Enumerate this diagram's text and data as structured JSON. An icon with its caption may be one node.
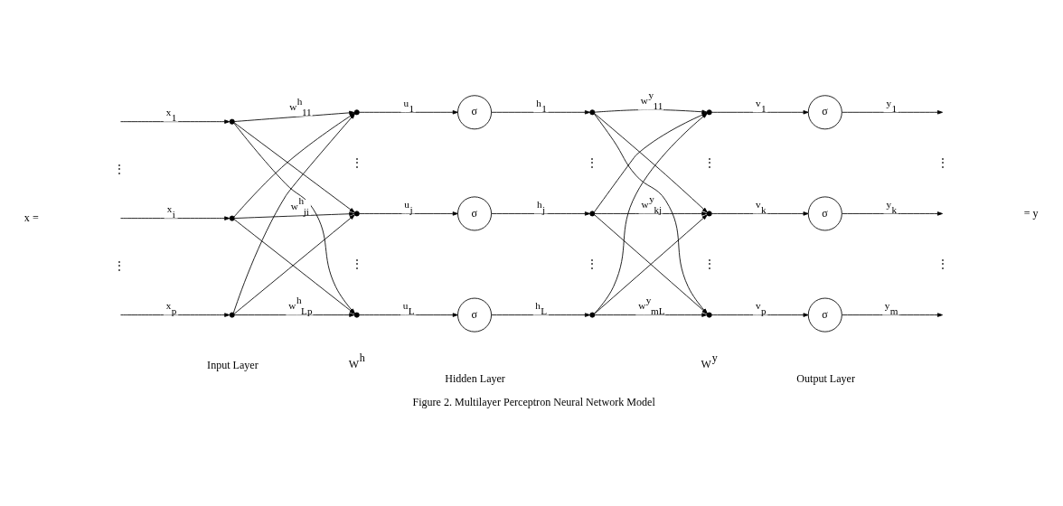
{
  "diagram": {
    "caption": "Figure 2. Multilayer Perceptron Neural Network Model",
    "nodes": [
      {
        "text": [],
        "shape": "circle"
      },
      {
        "text": [],
        "shape": "circle"
      },
      {
        "text": [],
        "shape": "circle"
      },
      {
        "text": [],
        "shape": "circle"
      },
      {
        "text": [],
        "shape": "circle"
      },
      {
        "text": [],
        "shape": "circle"
      },
      {
        "text": [
          "σ"
        ]
      },
      {
        "text": [
          "σ"
        ]
      },
      {
        "text": [
          "σ"
        ]
      },
      {
        "text": [],
        "shape": "circle"
      },
      {
        "text": [],
        "shape": "circle"
      },
      {
        "text": [],
        "shape": "circle"
      },
      {
        "text": [],
        "shape": "circle"
      },
      {
        "text": [],
        "shape": "circle"
      },
      {
        "text": [],
        "shape": "circle"
      },
      {
        "text": [
          "σ"
        ]
      },
      {
        "text": [
          "σ"
        ]
      },
      {
        "text": [
          "σ"
        ]
      }
    ],
    "edges": [
      {
        "from": null,
        "to": 0,
        "arrow": "to",
        "label": "x$_{1}$"
      },
      {
        "from": null,
        "to": 1,
        "arrow": "to",
        "label": "x$_{i}$"
      },
      {
        "from": null,
        "to": 2,
        "arrow": "to",
        "label": "x$_{p}$"
      },
      {
        "from": 0,
        "to": 3,
        "arrow": "to",
        "label": "w$^{h}$$_{11}$"
      },
      {
        "from": 0,
        "to": 4,
        "arrow": "to"
      },
      {
        "from": 0,
        "to": 5,
        "arrow": "to"
      },
      {
        "from": 1,
        "to": 3,
        "arrow": "to"
      },
      {
        "from": 1,
        "to": 4,
        "arrow": "to",
        "label": "w$^{h}$$_{ji}$"
      },
      {
        "from": 1,
        "to": 5,
        "arrow": "to"
      },
      {
        "from": 2,
        "to": 3,
        "arrow": "to"
      },
      {
        "from": 2,
        "to": 4,
        "arrow": "to"
      },
      {
        "from": 2,
        "to": 5,
        "arrow": "to",
        "label": "w$^{h}$$_{Lp}$"
      },
      {
        "from": 3,
        "to": 6,
        "arrow": "to",
        "label": "u$_{1}$"
      },
      {
        "from": 4,
        "to": 7,
        "arrow": "to",
        "label": "u$_{j}$"
      },
      {
        "from": 5,
        "to": 8,
        "arrow": "to",
        "label": "u$_{L}$"
      },
      {
        "from": 6,
        "to": 9,
        "arrow": "to",
        "label": "h$_{1}$"
      },
      {
        "from": 7,
        "to": 10,
        "arrow": "to",
        "label": "h$_{j}$"
      },
      {
        "from": 8,
        "to": 11,
        "arrow": "to",
        "label": "h$_{L}$"
      },
      {
        "from": 9,
        "to": 12,
        "arrow": "to",
        "label": "w$^{y}$$_{11}$"
      },
      {
        "from": 9,
        "to": 13,
        "arrow": "to"
      },
      {
        "from": 9,
        "to": 14,
        "arrow": "to"
      },
      {
        "from": 10,
        "to": 12,
        "arrow": "to"
      },
      {
        "from": 10,
        "to": 13,
        "arrow": "to",
        "label": "w$^{y}$$_{kj}$"
      },
      {
        "from": 10,
        "to": 14,
        "arrow": "to"
      },
      {
        "from": 11,
        "to": 12,
        "arrow": "to"
      },
      {
        "from": 11,
        "to": 13,
        "arrow": "to"
      },
      {
        "from": 11,
        "to": 14,
        "arrow": "to",
        "label": "w$^{y}$$_{mL}$"
      },
      {
        "from": 12,
        "to": 15,
        "arrow": "to",
        "label": "v$_{1}$"
      },
      {
        "from": 13,
        "to": 16,
        "arrow": "to",
        "label": "v$_{k}$"
      },
      {
        "from": 14,
        "to": 17,
        "arrow": "to",
        "label": "v$_{p}$"
      },
      {
        "from": 15,
        "to": null,
        "arrow": "to",
        "label": "y$_{1}$"
      },
      {
        "from": 16,
        "to": null,
        "arrow": "to",
        "label": "y$_{k}$"
      },
      {
        "from": 17,
        "to": null,
        "arrow": "to",
        "label": "y$_{m}$"
      }
    ],
    "labels": [
      "x =",
      "⋮",
      "⋮",
      "⋮",
      "⋮",
      "⋮",
      "⋮",
      "⋮",
      "⋮",
      "⋮",
      "⋮",
      "= y",
      "W$^{h}$",
      "W$^{y}$",
      "Input Layer",
      "Hidden Layer",
      "Output Layer"
    ]
  }
}
